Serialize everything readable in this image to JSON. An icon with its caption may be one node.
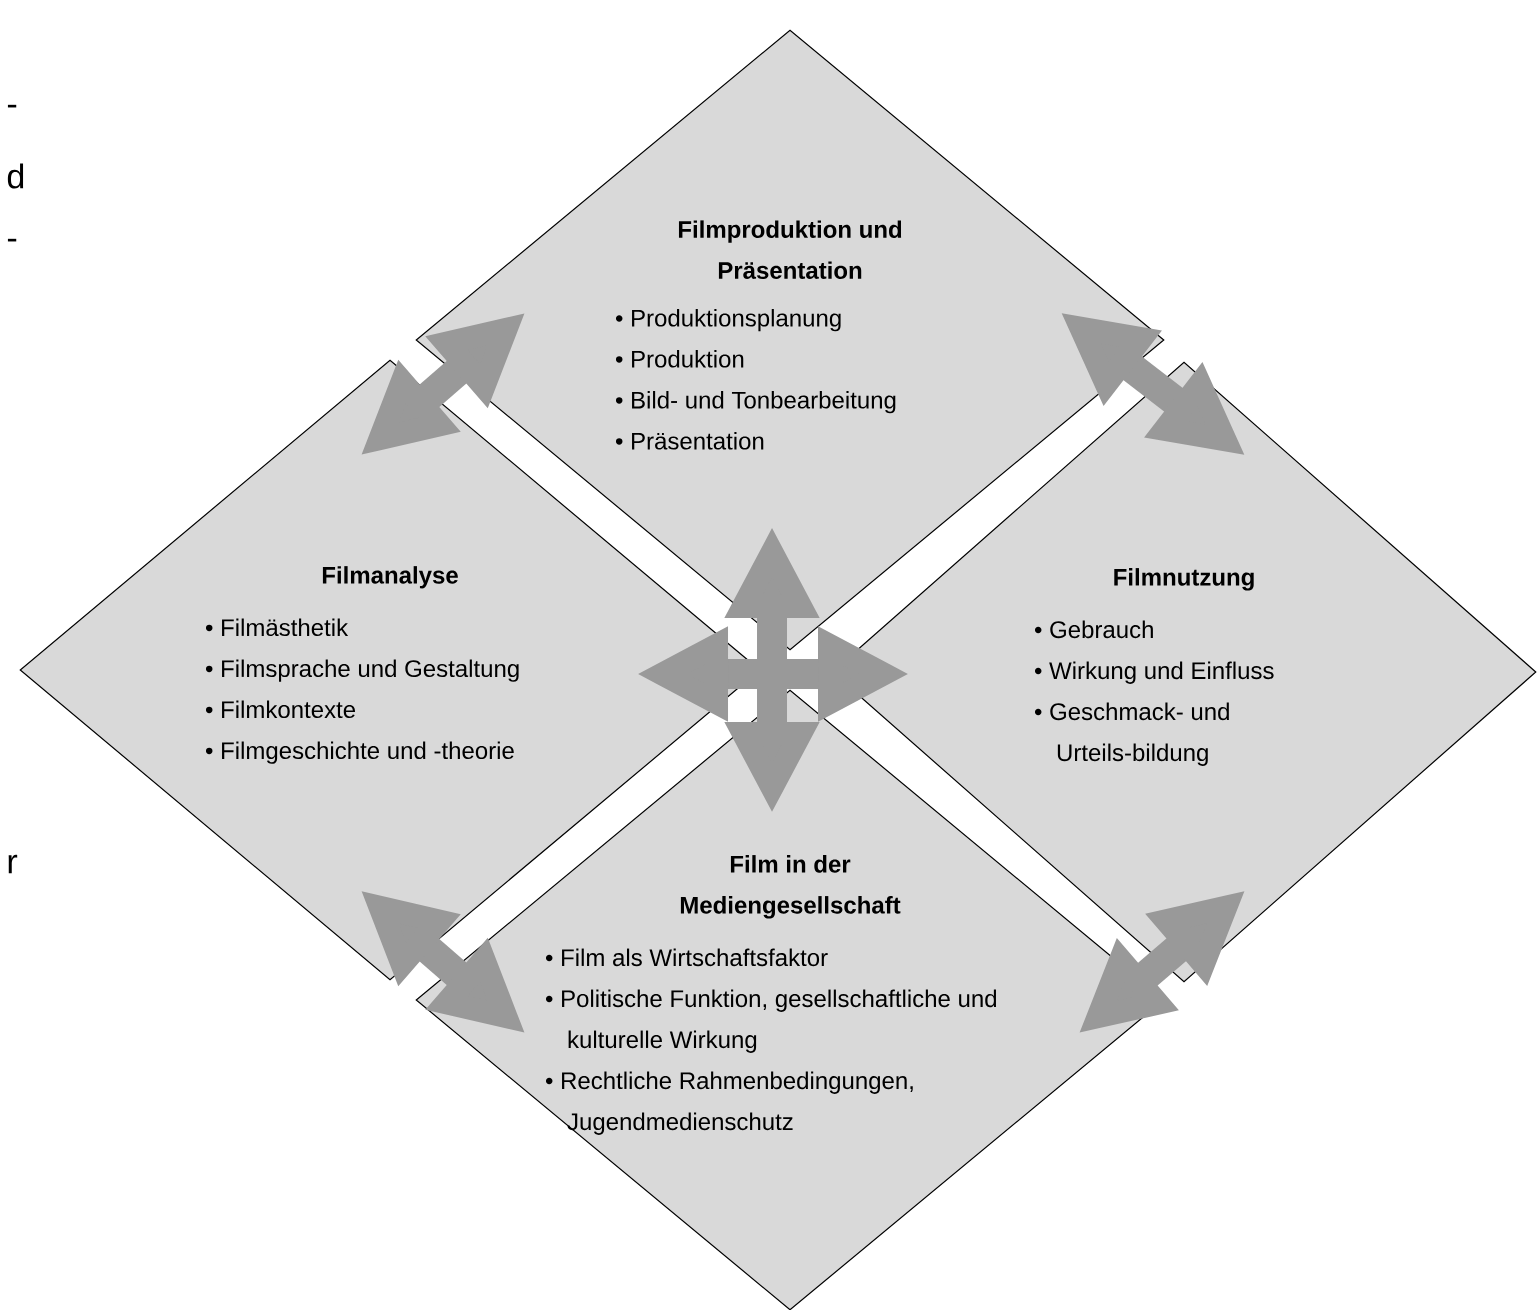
{
  "diagram": {
    "nodes": [
      {
        "text": [
          "Filmproduktion und Präsentation",
          "• Produktionsplanung",
          "• Produktion",
          "• Bild- und Tonbearbeitung",
          "• Präsentation"
        ]
      },
      {
        "text": [
          "Filmanalyse",
          "• Filmästhetik",
          "• Filmsprache und Gestaltung",
          "• Filmkontexte",
          "• Filmgeschichte und -theorie"
        ]
      },
      {
        "text": [
          "Filmnutzung",
          "• Gebrauch",
          "• Wirkung und Einfluss",
          "• Geschmack- und Urteils-bildung"
        ]
      },
      {
        "text": [
          "Film in der Mediengesellschaft",
          "• Film als Wirtschaftsfaktor",
          "• Politische Funktion, gesellschaftliche und kulturelle Wirkung",
          "• Rechtliche Rahmenbedingungen, Jugendmedienschutz"
        ]
      }
    ],
    "edges": [
      {
        "from": 0,
        "to": 1,
        "arrow": "both"
      },
      {
        "from": 0,
        "to": 2,
        "arrow": "both"
      },
      {
        "from": 0,
        "to": 3,
        "arrow": "both"
      },
      {
        "from": 1,
        "to": 2,
        "arrow": "both"
      },
      {
        "from": 1,
        "to": 3,
        "arrow": "both"
      },
      {
        "from": 2,
        "to": 3,
        "arrow": "both"
      }
    ],
    "labels": [
      "-",
      "d",
      "-",
      "r"
    ]
  }
}
